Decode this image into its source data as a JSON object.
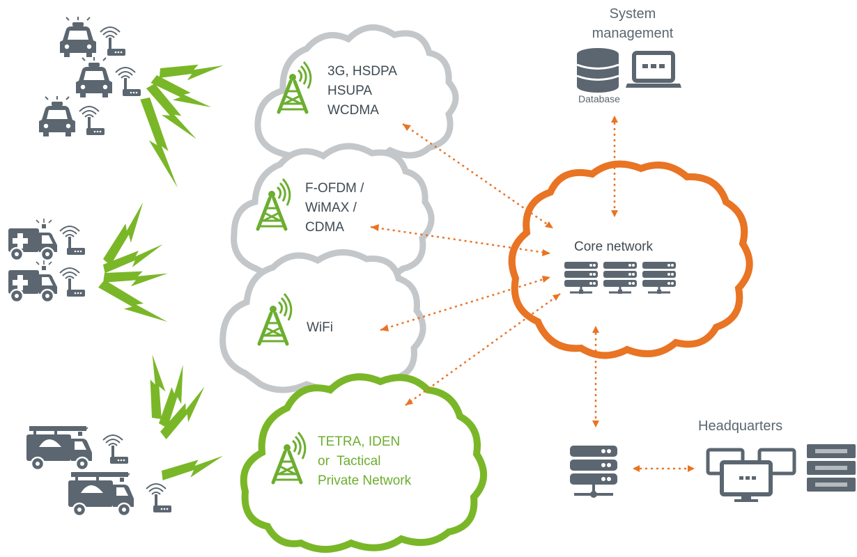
{
  "colors": {
    "icon_gray": "#5b6670",
    "cloud_gray": "#c4c7ca",
    "core_orange": "#e87424",
    "link_green": "#7ab728",
    "tower_green": "#6cae2f",
    "dotted_orange": "#e87424",
    "text_dark": "#3f4a52",
    "text_green": "#6cae2f"
  },
  "clouds": [
    {
      "id": "cellular",
      "lines": [
        "3G, HSDPA",
        "HSUPA",
        "WCDMA"
      ],
      "style": "gray"
    },
    {
      "id": "ofdm",
      "lines": [
        "F-OFDM /",
        "WiMAX /",
        "CDMA"
      ],
      "style": "gray"
    },
    {
      "id": "wifi",
      "lines": [
        "WiFi"
      ],
      "style": "gray"
    },
    {
      "id": "tetra",
      "lines": [
        "TETRA, IDEN",
        "or  Tactical",
        "Private Network"
      ],
      "style": "green"
    }
  ],
  "core": {
    "label": "Core network",
    "icon": "server-rack-icon"
  },
  "system_management": {
    "title_lines": [
      "System",
      "management"
    ],
    "database_label": "Database",
    "icons": [
      "database-icon",
      "laptop-icon"
    ]
  },
  "headquarters": {
    "label": "Headquarters",
    "icons": [
      "server-icon",
      "monitor-cluster-icon",
      "storage-icon"
    ]
  },
  "vehicles": {
    "police_cars": 3,
    "ambulances": 2,
    "fire_trucks": 2,
    "icons": [
      "police-car-icon",
      "ambulance-icon",
      "fire-truck-icon",
      "wifi-router-icon"
    ]
  }
}
